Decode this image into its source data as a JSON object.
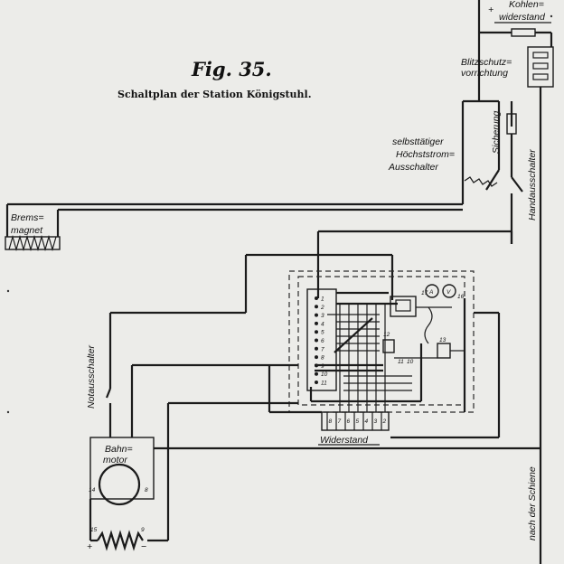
{
  "figure": {
    "title": "Fig. 35.",
    "subtitle": "Schaltplan der Station Königstuhl."
  },
  "labels": {
    "kohlenwiderstand": [
      "Kohlen=",
      "widerstand"
    ],
    "blitzschutz": [
      "Blitzschutz=",
      "vorrichtung"
    ],
    "sicherung": "Sicherung",
    "hoechststrom": [
      "selbsttätiger",
      "Höchststrom=",
      "Ausschalter"
    ],
    "handausschalter": "Handausschalter",
    "bremsmagnet": [
      "Brems=",
      "magnet"
    ],
    "notausschalter": "Notausschalter",
    "bahnmotor": [
      "Bahn=",
      "motor"
    ],
    "widerstand": "Widerstand",
    "schiene": "nach der Schiene",
    "plus": "+",
    "minus": "−"
  },
  "terminals": {
    "contacts_left": [
      "1",
      "2",
      "3",
      "4",
      "5",
      "6",
      "7",
      "8",
      "9",
      "10",
      "11"
    ],
    "resistor_taps": [
      "8",
      "7",
      "6",
      "5",
      "4",
      "3",
      "2"
    ],
    "motor": [
      "14",
      "8"
    ],
    "field": [
      "15",
      "9"
    ],
    "misc": [
      "12",
      "11",
      "10",
      "13",
      "16",
      "17"
    ],
    "meters": [
      "A",
      "V"
    ]
  }
}
